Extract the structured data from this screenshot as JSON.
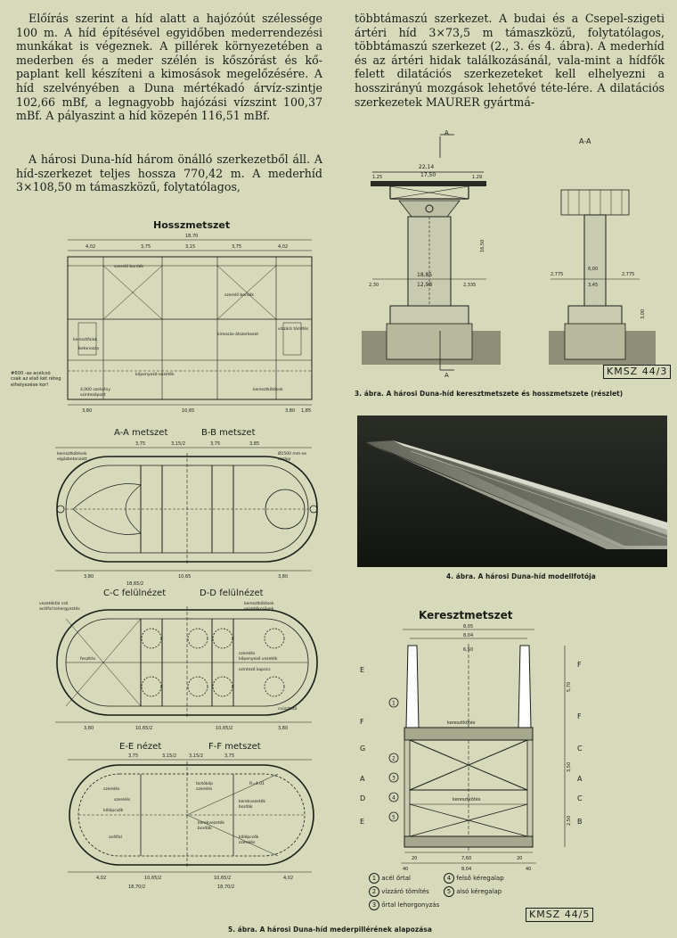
{
  "paragraphs": {
    "left_1": "Előírás szerint a híd alatt a hajózóút szélessége 100 m. A híd építésével egyidőben mederrendezési munkákat is végeznek. A pillérek környezetében a mederben és a meder szélén is kőszórást és kő-paplant kell készíteni a kimosások megelőzésére. A híd szelvényében a Duna mértékadó árvíz-szintje 102,66 mBf, a legnagyobb hajózási vízszint 100,37 mBf. A pályaszint a híd közepén 116,51 mBf.",
    "left_2": "A hárosi Duna-híd három önálló szerkezetből áll. A híd-szerkezet teljes hossza 770,42 m. A mederhíd 3×108,50 m támaszközű, folytatólagos,",
    "right_1": "többtámaszú szerkezet. A budai és a Csepel-szigeti ártéri híd 3×73,5 m támaszközű, folytatólagos, többtámaszú szerkezet (2., 3. és 4. ábra). A mederhíd és az ártéri hidak találkozásánál, vala-mint a hídfők felett dilatációs szerkezeteket kell elhelyezni a hosszirányú mozgások lehetővé téte-lére. A dilatációs szerkezetek MAURER gyártmá-"
  },
  "fig3": {
    "caption": "3. ábra. A hárosi Duna-híd keresztmetszete és hosszmetszete (részlet)",
    "stamp": "KMSZ 44/3",
    "section_label": "A-A",
    "marker": "A",
    "dims": [
      "22,14",
      "17,50",
      "1,25",
      "1,29",
      "18,85",
      "12,98",
      "2,335",
      "16,50",
      "2,30",
      "2,775",
      "6,00",
      "3,45",
      "2,775",
      "3,00"
    ]
  },
  "fig4": {
    "caption": "4. ábra. A hárosi Duna-híd modellfotója"
  },
  "fig5": {
    "caption": "5. ábra. A hárosi Duna-híd mederpillérének alapozása",
    "stamp": "KMSZ 44/5",
    "hossz": {
      "title": "Hosszmetszet",
      "dims_top": [
        "4,02",
        "3,75",
        "3,15",
        "3,75",
        "4,02"
      ],
      "overall": "18,70",
      "dims_bottom": [
        "3,80",
        "10,65",
        "3,80"
      ],
      "dims_bottom_right": "1,85",
      "labels": [
        "szerelő bordák",
        "szerelő bordák",
        "vízzáró tömítés",
        "keresztfalak",
        "kimosás-átszerkezet",
        "betonozás",
        "kőpenyező-vezeték",
        "keresztkötések",
        "4,000 szelvény",
        "szintezőpont"
      ],
      "side_note": "#600 -as acélcső csak az első két réteg elhelyezése kor!"
    },
    "ab": {
      "title_a": "A-A metszet",
      "title_b": "B-B metszet",
      "dims_top": [
        "3,75",
        "3,15/2",
        "3,75",
        "3,85"
      ],
      "dims_bottom": [
        "3,80",
        "10,65",
        "3,80"
      ],
      "overall": "18,65/2",
      "labels": [
        "keresztkötések",
        "elgázbetonzott",
        "Ø1500 mm-es",
        "oszlop"
      ]
    },
    "cd": {
      "title_c": "C-C felülnézet",
      "title_d": "D-D felülnézet",
      "labels_left": [
        "vezetékfal cső",
        "acélfal tehergyeztés",
        "feszítés"
      ],
      "labels_right": [
        "keresztkötések",
        "vezetékcsövek",
        "szerelés",
        "kőpenyező vezeték",
        "szintező kapocs",
        "csúsztató"
      ],
      "dims_bottom": [
        "3,80",
        "10,65/2",
        "10,65/2",
        "3,80"
      ]
    },
    "ef": {
      "title_e": "E-E nézet",
      "title_f": "F-F metszet",
      "dims_top": [
        "3,75",
        "3,15/2",
        "3,15/2",
        "3,75"
      ],
      "dims_bottom": [
        "4,02",
        "10,65/2",
        "10,65/2",
        "4,02"
      ],
      "dims_overall": [
        "18,70/2",
        "18,70/2"
      ],
      "labels": [
        "szerelés",
        "szerelés",
        "kőlépcsők",
        "acélfal",
        "tartókép",
        "szerelés",
        "kerekvezeték",
        "bordák",
        "kerekvezeték",
        "bordák",
        "kőlépcsők",
        "szerelés"
      ],
      "radius": "R=4,01"
    },
    "kereszt": {
      "title": "Keresztmetszet",
      "dims_top": [
        "8,05",
        "8,04",
        "6,50"
      ],
      "dims_right": [
        "5,70",
        "3,50",
        "2,50"
      ],
      "dims_bottom": [
        "20",
        "7,60",
        "20"
      ],
      "dims_bottom2": [
        "40",
        "8,04",
        "40"
      ],
      "labels": [
        "keresztkötés",
        "keresztkötés"
      ],
      "markers_left": [
        "E",
        "F",
        "G",
        "A",
        "D",
        "E"
      ],
      "markers_right": [
        "F",
        "F",
        "C",
        "A",
        "C",
        "B"
      ],
      "circle_nums": [
        "1",
        "2",
        "3",
        "4",
        "5"
      ]
    },
    "legend": [
      {
        "num": "1",
        "text": "acél őrtal"
      },
      {
        "num": "4",
        "text": "felső kéregalap"
      },
      {
        "num": "2",
        "text": "vízzáró tömítés"
      },
      {
        "num": "5",
        "text": "alsó kéregalap"
      },
      {
        "num": "3",
        "text": "őrtal lehorgonyzás"
      }
    ]
  }
}
